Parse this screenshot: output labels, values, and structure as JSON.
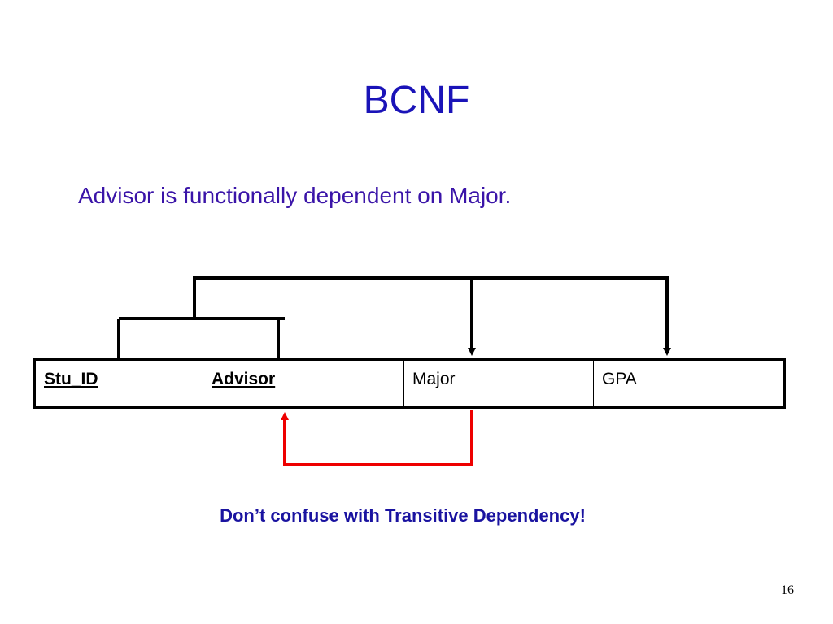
{
  "slide": {
    "title": "BCNF",
    "subtitle": "Advisor is functionally dependent on Major.",
    "note": "Don’t confuse with Transitive Dependency!",
    "page_number": "16"
  },
  "relation": {
    "columns": [
      {
        "label": "Stu_ID",
        "is_key": true
      },
      {
        "label": "Advisor",
        "is_key": true
      },
      {
        "label": "Major",
        "is_key": false
      },
      {
        "label": "GPA",
        "is_key": false
      }
    ]
  },
  "colors": {
    "title": "#1a13b8",
    "subtitle": "#3a14a8",
    "note": "#1a13a0",
    "dependency_lines": "#000000",
    "highlight_arrow": "#ee0000"
  }
}
